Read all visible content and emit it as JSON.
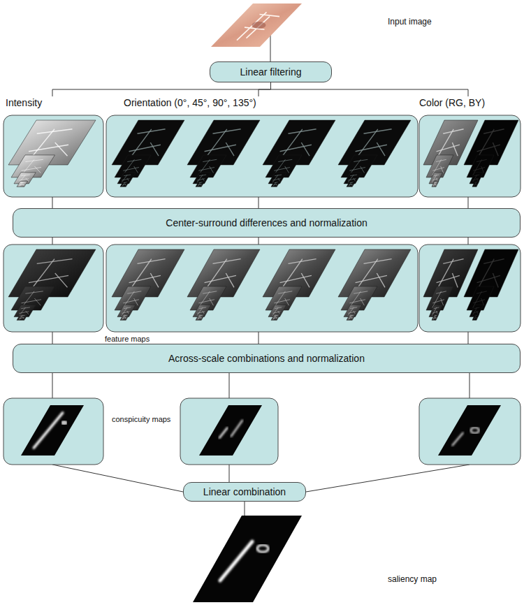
{
  "diagram": {
    "nodes": [
      {
        "text": [
          "Linear filtering"
        ]
      },
      {
        "text": [
          "Intensity"
        ]
      },
      {
        "text": [
          "Orientation (0°, 45°, 90°, 135°)"
        ]
      },
      {
        "text": [
          "Color (RG, BY)"
        ]
      },
      {
        "text": [
          "Center-surround differences and normalization"
        ]
      },
      {
        "text": [
          "Across-scale combinations and normalization"
        ]
      },
      {
        "text": [
          "Linear combination"
        ]
      }
    ],
    "edges": [
      {
        "from": 0,
        "to": 1,
        "arrow": "none"
      },
      {
        "from": 0,
        "to": 2,
        "arrow": "none"
      },
      {
        "from": 0,
        "to": 3,
        "arrow": "none"
      },
      {
        "from": 1,
        "to": 4,
        "arrow": "none"
      },
      {
        "from": 2,
        "to": 4,
        "arrow": "none"
      },
      {
        "from": 3,
        "to": 4,
        "arrow": "none"
      }
    ],
    "labels": [
      "Input image",
      "feature maps",
      "conspicuity maps",
      "saliency map"
    ]
  }
}
